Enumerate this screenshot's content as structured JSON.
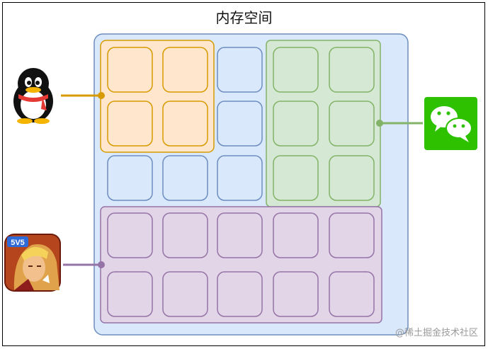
{
  "diagram": {
    "title": "内存空间",
    "watermark": "@稀土掘金技术社区",
    "apps": [
      {
        "name": "qq-app-icon"
      },
      {
        "name": "wechat-app-icon"
      },
      {
        "name": "game-app-icon",
        "badge": "5V5"
      }
    ],
    "colors": {
      "memory_fill": "#dae8fc",
      "memory_stroke": "#6c8ebf",
      "qq_fill": "#ffe6cc",
      "qq_stroke": "#d79b00",
      "wechat_fill": "#d5e8d4",
      "wechat_stroke": "#82b366",
      "game_fill": "#e1d5e7",
      "game_stroke": "#9673a6",
      "wechat_brand": "#2dc100"
    }
  }
}
